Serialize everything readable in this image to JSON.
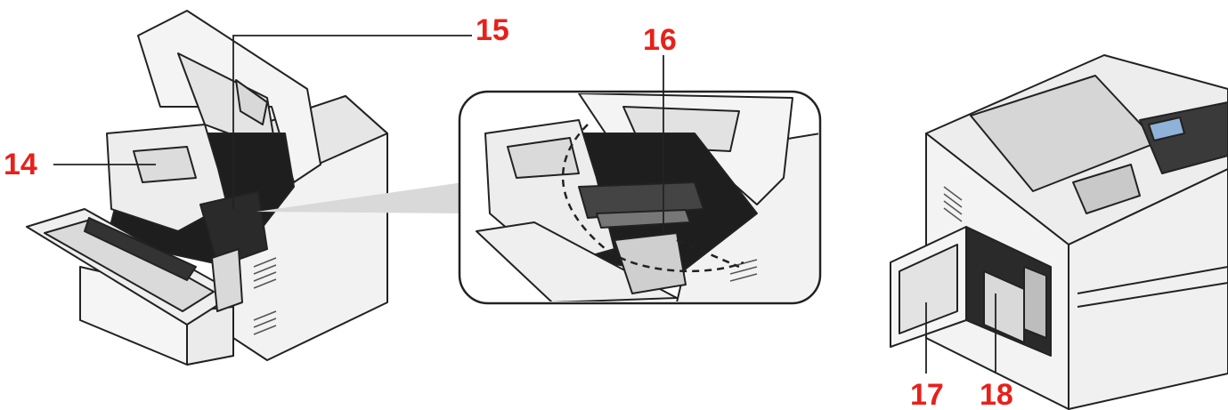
{
  "colors": {
    "callout": "#e8201a",
    "outline": "#222222",
    "body": "#f2f2f2",
    "shade": "#d9d9d9",
    "dark": "#1e1e1e",
    "mid": "#8a8a8a"
  },
  "callouts": [
    {
      "id": "14",
      "label": "14"
    },
    {
      "id": "15",
      "label": "15"
    },
    {
      "id": "16",
      "label": "16"
    },
    {
      "id": "17",
      "label": "17"
    },
    {
      "id": "18",
      "label": "18"
    }
  ]
}
